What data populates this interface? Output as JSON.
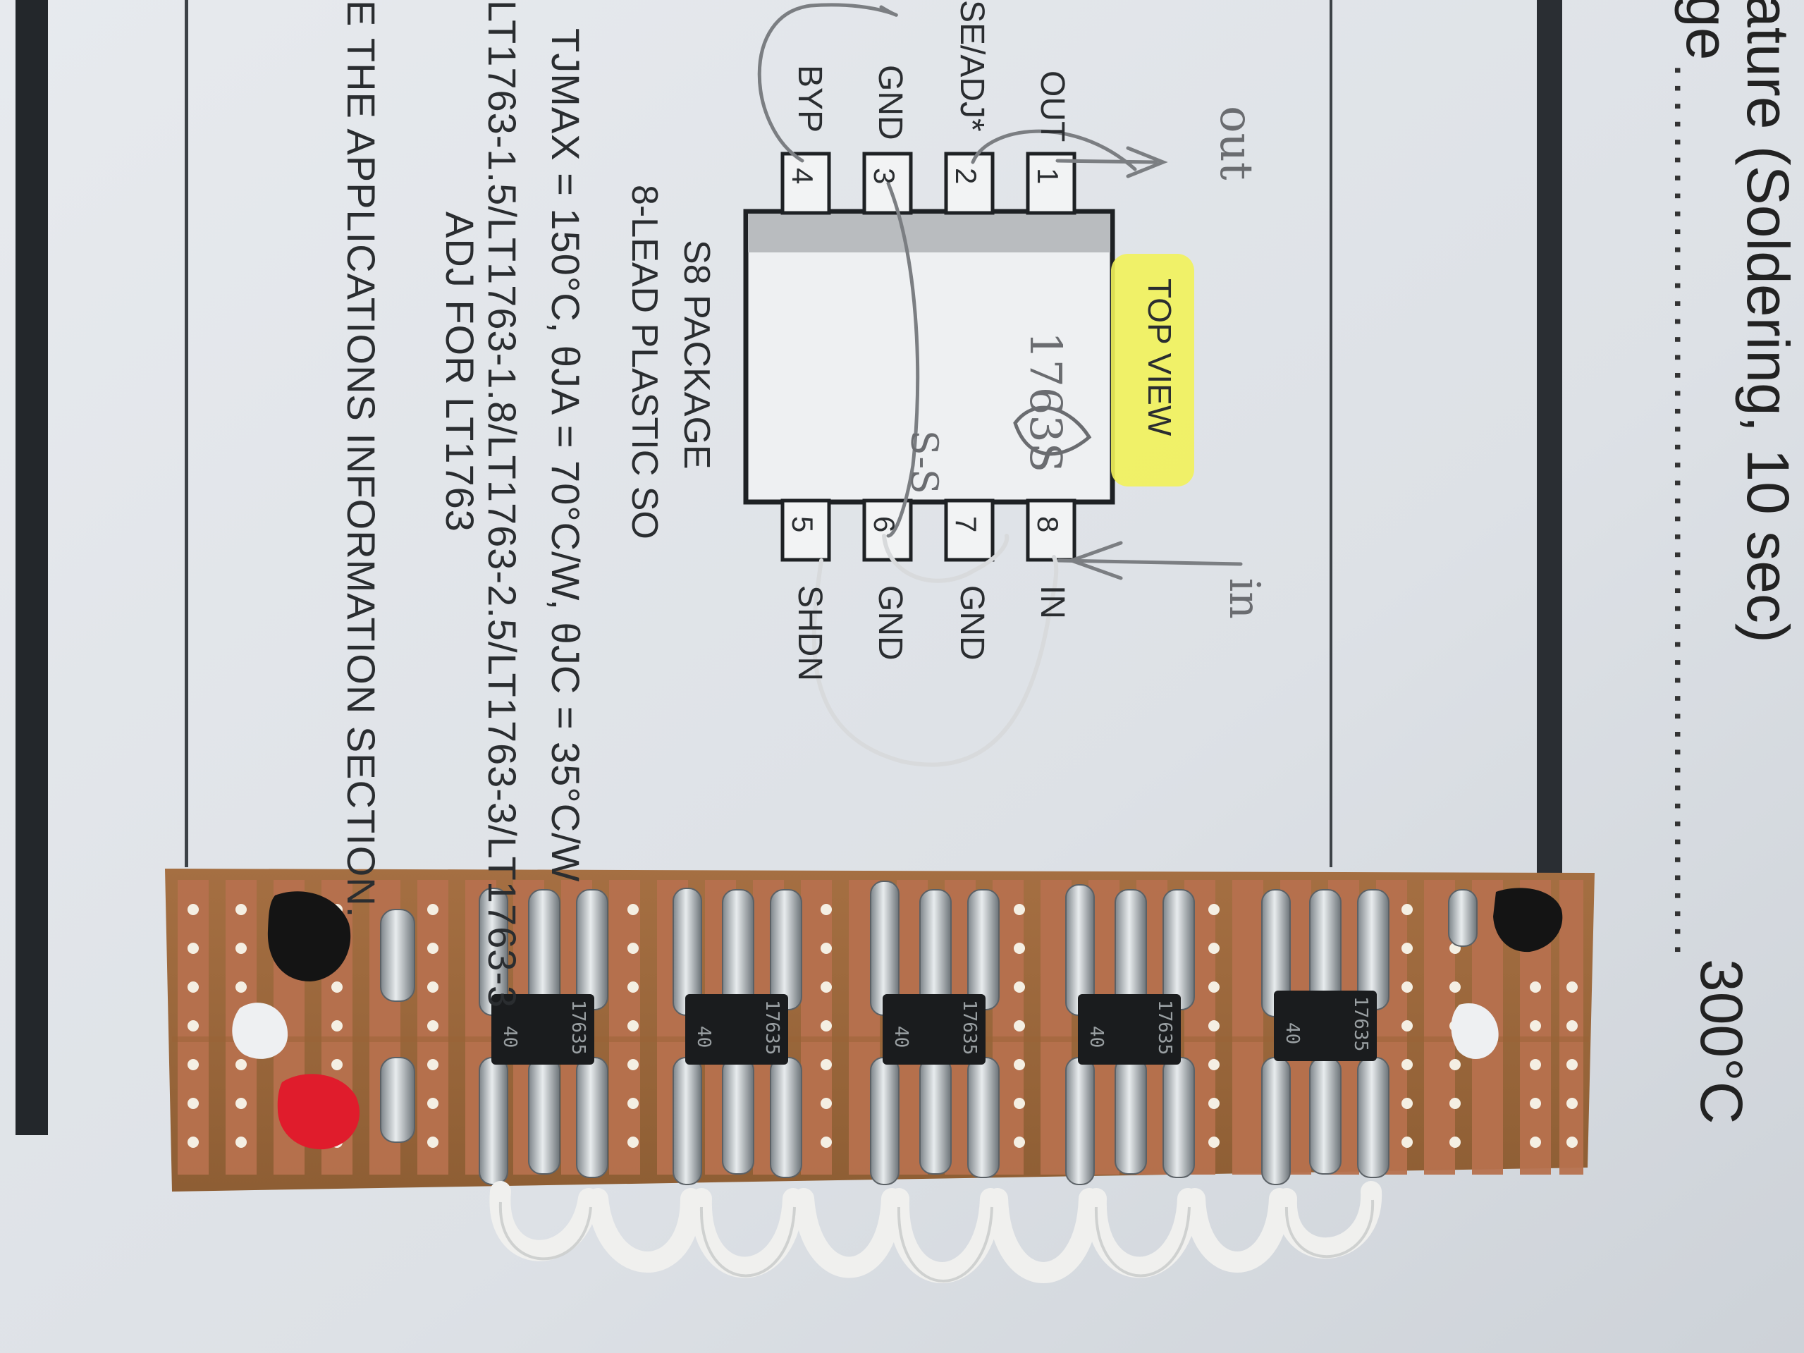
{
  "datasheet": {
    "notes": [
      "E THE APPLICATIONS INFORMATION SECTION.",
      "ADJ FOR LT1763",
      "LT1763-1.5/LT1763-1.8/LT1763-2.5/LT1763-3/LT1763-3",
      "TJMAX = 150°C, θJA = 70°C/W, θJC = 35°C/W"
    ],
    "package_line1": "S8 PACKAGE",
    "package_line2": "8-LEAD PLASTIC SO",
    "top_view": "TOP VIEW",
    "pins_top": [
      {
        "num": "1",
        "label": "OUT"
      },
      {
        "num": "2",
        "label": "SE/ADJ*"
      },
      {
        "num": "3",
        "label": "GND"
      },
      {
        "num": "4",
        "label": "BYP"
      }
    ],
    "pins_bottom": [
      {
        "num": "8",
        "label": "IN"
      },
      {
        "num": "7",
        "label": "GND"
      },
      {
        "num": "6",
        "label": "GND"
      },
      {
        "num": "5",
        "label": "SHDN"
      }
    ],
    "handwritten": {
      "out": "out",
      "in": "in",
      "part": "1763S",
      "sub": "S-S"
    },
    "right_column": {
      "line1": "ature (Soldering, 10 sec)",
      "line2": "ge",
      "value": "300°C"
    }
  },
  "board": {
    "chips": [
      {
        "line1": "1763",
        "line2": "5"
      },
      {
        "line1": "1763",
        "line2": "5"
      },
      {
        "line1": "1763",
        "line2": "5"
      },
      {
        "line1": "1763",
        "line2": "5"
      },
      {
        "line1": "1763",
        "line2": "5"
      }
    ],
    "chip_code": "40",
    "colors": {
      "copper": "#b7714e",
      "substrate": "#9b6a3e",
      "solder": "#c8cdd0",
      "wire_insulation": "#f0f0ee",
      "black_pad": "#141414",
      "red_pad": "#e01c2c",
      "highlight": "#f2f25a"
    }
  }
}
